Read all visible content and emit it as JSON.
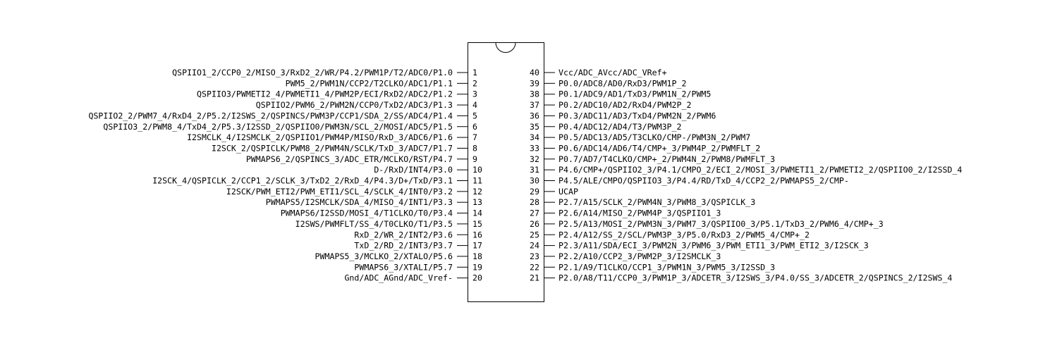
{
  "chip": {
    "pin_count": 40,
    "colors": {
      "line": "#000000",
      "text": "#000000",
      "background": "#ffffff"
    }
  },
  "pins": {
    "left": [
      {
        "number": "1",
        "label": "QSPIIO1_2/CCP0_2/MISO_3/RxD2_2/WR/P4.2/PWM1P/T2/ADC0/P1.0"
      },
      {
        "number": "2",
        "label": "PWM5_2/PWM1N/CCP2/T2CLKO/ADC1/P1.1"
      },
      {
        "number": "3",
        "label": "QSPIIO3/PWMETI2_4/PWMETI1_4/PWM2P/ECI/RxD2/ADC2/P1.2"
      },
      {
        "number": "4",
        "label": "QSPIIO2/PWM6_2/PWM2N/CCP0/TxD2/ADC3/P1.3"
      },
      {
        "number": "5",
        "label": "QSPIIO2_2/PWM7_4/RxD4_2/P5.2/I2SWS_2/QSPINCS/PWM3P/CCP1/SDA_2/SS/ADC4/P1.4"
      },
      {
        "number": "6",
        "label": "QSPIIO3_2/PWM8_4/TxD4_2/P5.3/I2SSD_2/QSPIIO0/PWM3N/SCL_2/MOSI/ADC5/P1.5"
      },
      {
        "number": "7",
        "label": "I2SMCLK_4/I2SMCLK_2/QSPIIO1/PWM4P/MISO/RxD_3/ADC6/P1.6"
      },
      {
        "number": "8",
        "label": "I2SCK_2/QSPICLK/PWM8_2/PWM4N/SCLK/TxD_3/ADC7/P1.7"
      },
      {
        "number": "9",
        "label": "PWMAPS6_2/QSPINCS_3/ADC_ETR/MCLKO/RST/P4.7"
      },
      {
        "number": "10",
        "label": "D-/RxD/INT4/P3.0"
      },
      {
        "number": "11",
        "label": "I2SCK_4/QSPICLK_2/CCP1_2/SCLK_3/TxD2_2/RxD_4/P4.3/D+/TxD/P3.1"
      },
      {
        "number": "12",
        "label": "I2SCK/PWM_ETI2/PWM_ETI1/SCL_4/SCLK_4/INT0/P3.2"
      },
      {
        "number": "13",
        "label": "PWMAPS5/I2SMCLK/SDA_4/MISO_4/INT1/P3.3"
      },
      {
        "number": "14",
        "label": "PWMAPS6/I2SSD/MOSI_4/T1CLKO/T0/P3.4"
      },
      {
        "number": "15",
        "label": "I2SWS/PWMFLT/SS_4/T0CLKO/T1/P3.5"
      },
      {
        "number": "16",
        "label": "RxD_2/WR_2/INT2/P3.6"
      },
      {
        "number": "17",
        "label": "TxD_2/RD_2/INT3/P3.7"
      },
      {
        "number": "18",
        "label": "PWMAPS5_3/MCLKO_2/XTALO/P5.6"
      },
      {
        "number": "19",
        "label": "PWMAPS6_3/XTALI/P5.7"
      },
      {
        "number": "20",
        "label": "Gnd/ADC_AGnd/ADC_Vref-"
      }
    ],
    "right": [
      {
        "number": "40",
        "label": "Vcc/ADC_AVcc/ADC_VRef+"
      },
      {
        "number": "39",
        "label": "P0.0/ADC8/AD0/RxD3/PWM1P_2"
      },
      {
        "number": "38",
        "label": "P0.1/ADC9/AD1/TxD3/PWM1N_2/PWM5"
      },
      {
        "number": "37",
        "label": "P0.2/ADC10/AD2/RxD4/PWM2P_2"
      },
      {
        "number": "36",
        "label": "P0.3/ADC11/AD3/TxD4/PWM2N_2/PWM6"
      },
      {
        "number": "35",
        "label": "P0.4/ADC12/AD4/T3/PWM3P_2"
      },
      {
        "number": "34",
        "label": "P0.5/ADC13/AD5/T3CLKO/CMP-/PWM3N_2/PWM7"
      },
      {
        "number": "33",
        "label": "P0.6/ADC14/AD6/T4/CMP+_3/PWM4P_2/PWMFLT_2"
      },
      {
        "number": "32",
        "label": "P0.7/AD7/T4CLKO/CMP+_2/PWM4N_2/PWM8/PWMFLT_3"
      },
      {
        "number": "31",
        "label": "P4.6/CMP+/QSPIIO2_3/P4.1/CMPO_2/ECI_2/MOSI_3/PWMETI1_2/PWMETI2_2/QSPIIO0_2/I2SSD_4"
      },
      {
        "number": "30",
        "label": "P4.5/ALE/CMPO/QSPIIO3_3/P4.4/RD/TxD_4/CCP2_2/PWMAPS5_2/CMP-"
      },
      {
        "number": "29",
        "label": "UCAP"
      },
      {
        "number": "28",
        "label": "P2.7/A15/SCLK_2/PWM4N_3/PWM8_3/QSPICLK_3"
      },
      {
        "number": "27",
        "label": "P2.6/A14/MISO_2/PWM4P_3/QSPIIO1_3"
      },
      {
        "number": "26",
        "label": "P2.5/A13/MOSI_2/PWM3N_3/PWM7_3/QSPIIO0_3/P5.1/TxD3_2/PWM6_4/CMP+_3"
      },
      {
        "number": "25",
        "label": "P2.4/A12/SS_2/SCL/PWM3P_3/P5.0/RxD3_2/PWM5_4/CMP+_2"
      },
      {
        "number": "24",
        "label": "P2.3/A11/SDA/ECI_3/PWM2N_3/PWM6_3/PWM_ETI1_3/PWM_ETI2_3/I2SCK_3"
      },
      {
        "number": "23",
        "label": "P2.2/A10/CCP2_3/PWM2P_3/I2SMCLK_3"
      },
      {
        "number": "22",
        "label": "P2.1/A9/T1CLKO/CCP1_3/PWM1N_3/PWM5_3/I2SSD_3"
      },
      {
        "number": "21",
        "label": "P2.0/A8/T11/CCP0_3/PWM1P_3/ADCETR_3/I2SWS_3/P4.0/SS_3/ADCETR_2/QSPINCS_2/I2SWS_4"
      }
    ]
  }
}
